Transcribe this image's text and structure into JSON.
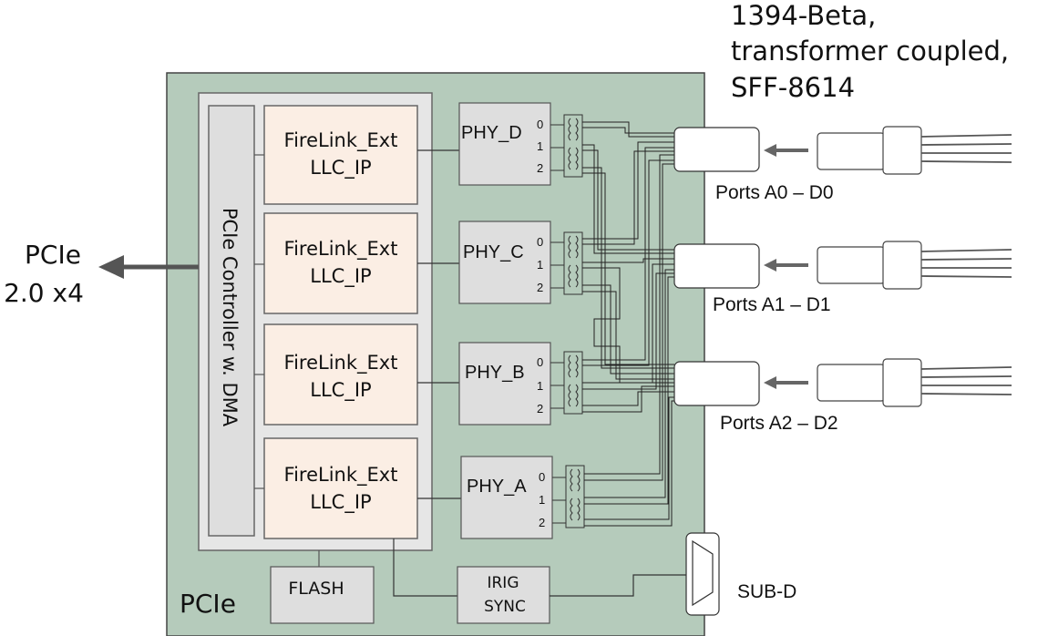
{
  "board": {
    "label": "PCIe",
    "bg": "#b5cbbb"
  },
  "host": {
    "line1": "PCIe",
    "line2": "2.0 x4"
  },
  "controller": {
    "label": "PCIe Controller w. DMA"
  },
  "llc": [
    {
      "line1": "FireLink_Ext",
      "line2": "LLC_IP"
    },
    {
      "line1": "FireLink_Ext",
      "line2": "LLC_IP"
    },
    {
      "line1": "FireLink_Ext",
      "line2": "LLC_IP"
    },
    {
      "line1": "FireLink_Ext",
      "line2": "LLC_IP"
    }
  ],
  "phys": [
    {
      "label": "PHY_D",
      "ports": [
        "0",
        "1",
        "2"
      ]
    },
    {
      "label": "PHY_C",
      "ports": [
        "0",
        "1",
        "2"
      ]
    },
    {
      "label": "PHY_B",
      "ports": [
        "0",
        "1",
        "2"
      ]
    },
    {
      "label": "PHY_A",
      "ports": [
        "0",
        "1",
        "2"
      ]
    }
  ],
  "flash": {
    "label": "FLASH"
  },
  "irig": {
    "line1": "IRIG",
    "line2": "SYNC"
  },
  "connectors": [
    {
      "label": "Ports A0 – D0"
    },
    {
      "label": "Ports A1 – D1"
    },
    {
      "label": "Ports A2 – D2"
    }
  ],
  "subd": {
    "label": "SUB-D"
  },
  "cable_note": {
    "line1": "1394-Beta,",
    "line2": "transformer coupled,",
    "line3": "SFF-8614"
  },
  "colors": {
    "board": "#b5cbbb",
    "llc": "#fbeee4",
    "box": "#dedede",
    "line": "#333333",
    "arrow": "#555555"
  }
}
